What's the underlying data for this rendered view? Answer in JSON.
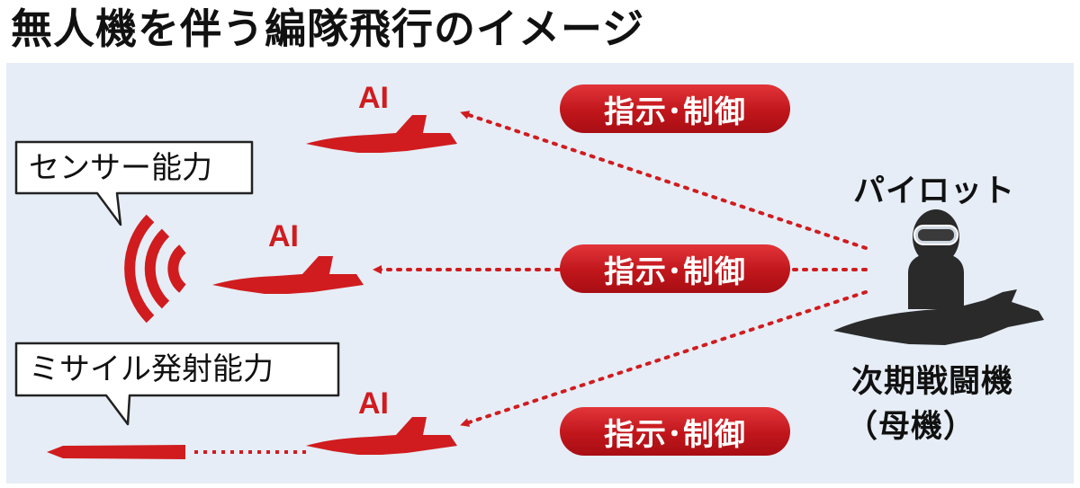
{
  "title": "無人機を伴う編隊飛行のイメージ",
  "labels": {
    "ai_top": "AI",
    "ai_mid": "AI",
    "ai_bottom": "AI",
    "command_top": "指示･制御",
    "command_mid": "指示･制御",
    "command_bottom": "指示･制御",
    "sensor_ability": "センサー能力",
    "missile_ability": "ミサイル発射能力",
    "pilot": "パイロット",
    "next_fighter": "次期戦闘機",
    "mothership": "（母機）"
  },
  "colors": {
    "accent_red": "#d01c1f",
    "panel_bg": "#e6edf6",
    "mothership_dark": "#2a2a2a",
    "text": "#111111"
  },
  "icons": {
    "drone": "drone-jet-icon",
    "pilot": "pilot-helmet-icon",
    "sensor": "radio-wave-icon",
    "missile": "missile-icon",
    "fighter": "stealth-fighter-icon"
  }
}
